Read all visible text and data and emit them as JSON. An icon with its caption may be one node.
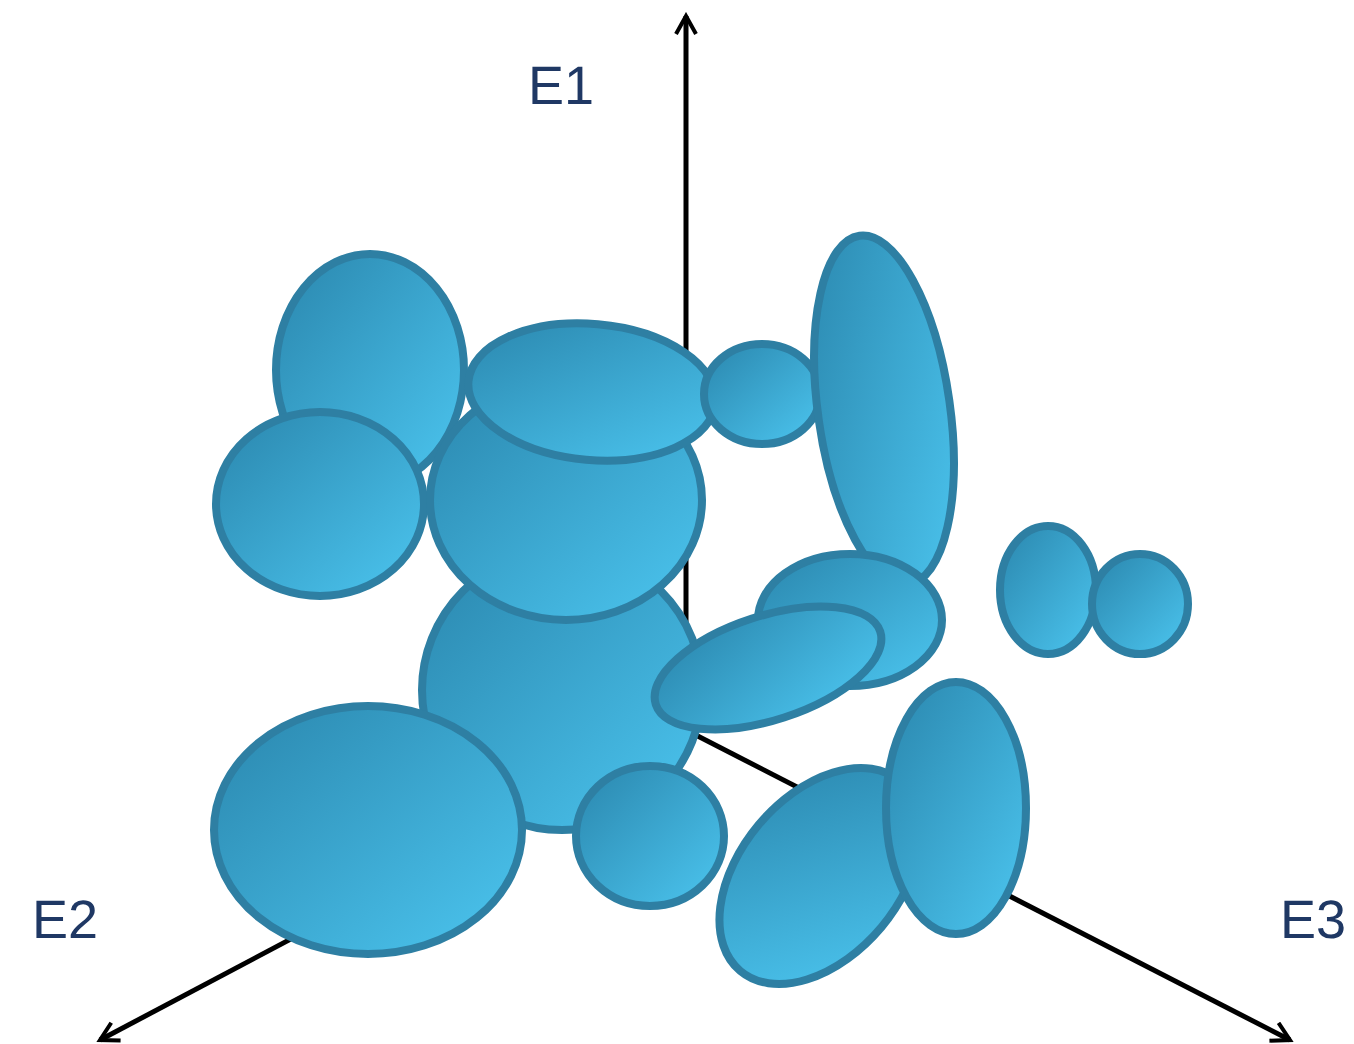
{
  "diagram": {
    "labels": [
      "E1",
      "E2",
      "E3"
    ]
  }
}
